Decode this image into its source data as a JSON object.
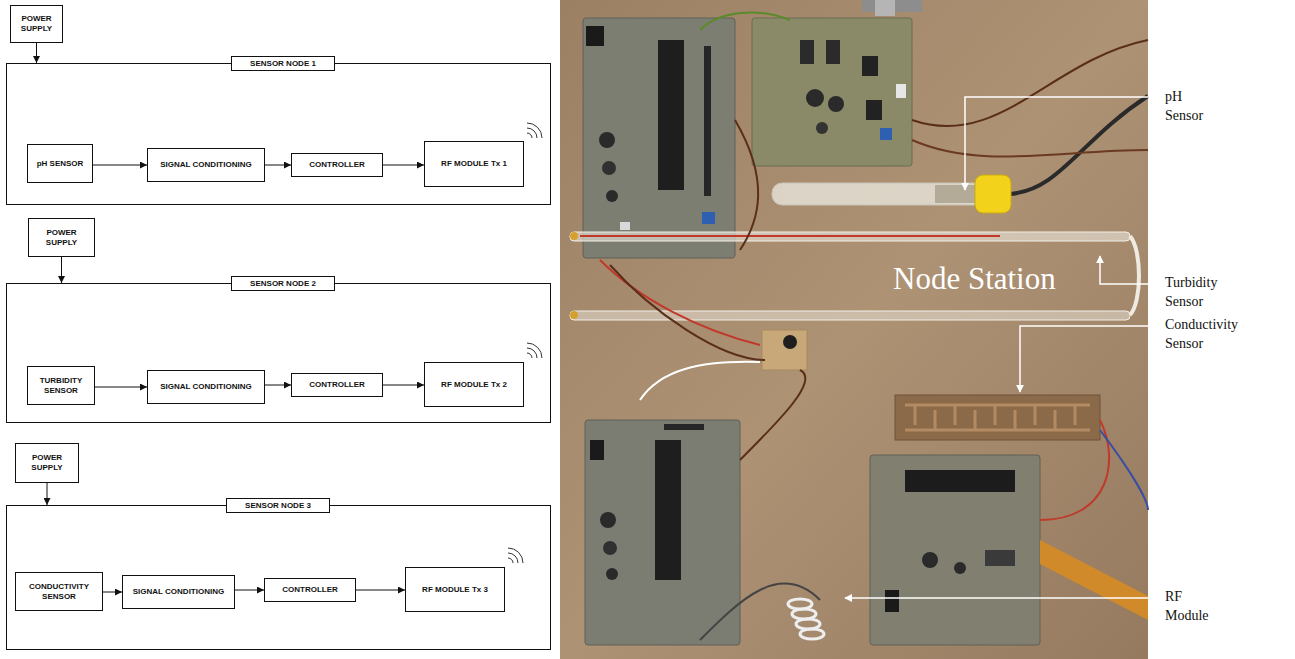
{
  "diagram": {
    "nodes": [
      {
        "text": [
          "POWER SUPPLY"
        ]
      },
      {
        "text": [
          "SENSOR NODE 1"
        ]
      },
      {
        "text": [
          "pH SENSOR"
        ],
        "in": 1
      },
      {
        "text": [
          "SIGNAL CONDITIONING"
        ],
        "in": 1
      },
      {
        "text": [
          "CONTROLLER"
        ],
        "in": 1
      },
      {
        "text": [
          "RF MODULE Tx 1"
        ],
        "in": 1
      },
      {
        "text": [
          "POWER SUPPLY"
        ]
      },
      {
        "text": [
          "SENSOR NODE 2"
        ]
      },
      {
        "text": [
          "TURBIDITY SENSOR"
        ],
        "in": 7
      },
      {
        "text": [
          "SIGNAL CONDITIONING"
        ],
        "in": 7
      },
      {
        "text": [
          "CONTROLLER"
        ],
        "in": 7
      },
      {
        "text": [
          "RF MODULE Tx 2"
        ],
        "in": 7
      },
      {
        "text": [
          "POWER SUPPLY"
        ]
      },
      {
        "text": [
          "SENSOR NODE 3"
        ]
      },
      {
        "text": [
          "CONDUCTIVITY SENSOR"
        ],
        "in": 13
      },
      {
        "text": [
          "SIGNAL CONDITIONING"
        ],
        "in": 13
      },
      {
        "text": [
          "CONTROLLER"
        ],
        "in": 13
      },
      {
        "text": [
          "RF MODULE Tx 3"
        ],
        "in": 13
      }
    ],
    "edges": [
      {
        "from": 0,
        "to": 1,
        "arrow": "to"
      },
      {
        "from": 2,
        "to": 3,
        "arrow": "to"
      },
      {
        "from": 3,
        "to": 4,
        "arrow": "to"
      },
      {
        "from": 4,
        "to": 5,
        "arrow": "to"
      },
      {
        "from": 6,
        "to": 7,
        "arrow": "to"
      },
      {
        "from": 8,
        "to": 9,
        "arrow": "to"
      },
      {
        "from": 9,
        "to": 10,
        "arrow": "to"
      },
      {
        "from": 10,
        "to": 11,
        "arrow": "to"
      },
      {
        "from": 12,
        "to": 13,
        "arrow": "to"
      },
      {
        "from": 14,
        "to": 15,
        "arrow": "to"
      },
      {
        "from": 15,
        "to": 16,
        "arrow": "to"
      },
      {
        "from": 16,
        "to": 17,
        "arrow": "to"
      }
    ],
    "labels": [
      "Node Station",
      "pH Sensor",
      "Turbidity Sensor",
      "Conductivity Sensor",
      "RF Module"
    ]
  }
}
